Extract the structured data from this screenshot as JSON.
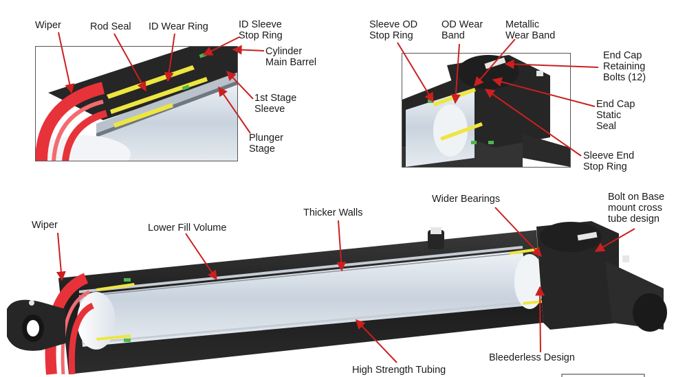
{
  "labels": {
    "wiper_top": "Wiper",
    "rod_seal": "Rod Seal",
    "id_wear_ring": "ID Wear Ring",
    "id_sleeve_stop_ring": "ID Sleeve\nStop Ring",
    "cylinder_main_barrel": "Cylinder\nMain Barrel",
    "first_stage_sleeve": "1st Stage\nSleeve",
    "plunger_stage": "Plunger\nStage",
    "sleeve_od_stop_ring": "Sleeve OD\nStop Ring",
    "od_wear_band": "OD Wear\nBand",
    "metallic_wear_band": "Metallic\nWear Band",
    "end_cap_retaining_bolts": "End Cap\nRetaining\nBolts (12)",
    "end_cap_static_seal": "End Cap\nStatic\nSeal",
    "sleeve_end_stop_ring": "Sleeve End\nStop Ring",
    "wiper_main": "Wiper",
    "lower_fill_volume": "Lower Fill Volume",
    "thicker_walls": "Thicker Walls",
    "wider_bearings": "Wider Bearings",
    "bolt_on_base": "Bolt on Base\nmount cross\ntube design",
    "bleederless_design": "Bleederless Design",
    "high_strength_tubing": "High Strength Tubing"
  },
  "colors": {
    "body": "#262626",
    "seal_red": "#e8323a",
    "seal_yellow": "#eee640",
    "seal_green": "#4db848",
    "inner": "#d8e0e8",
    "arrow": "#cc1f1f"
  }
}
